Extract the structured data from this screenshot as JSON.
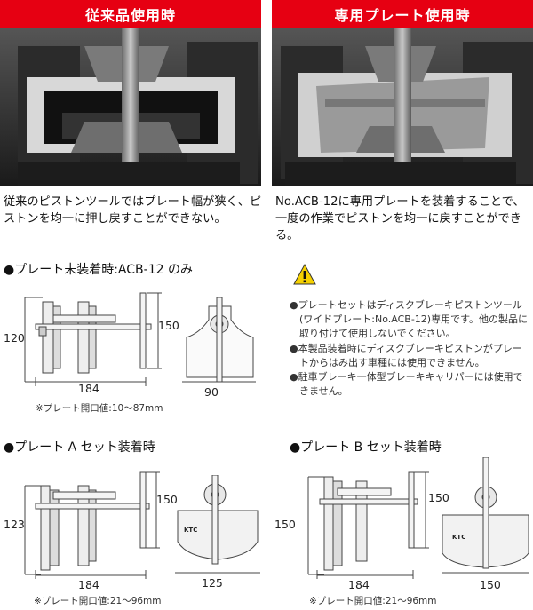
{
  "headers": {
    "left": "従来品使用時",
    "right": "専用プレート使用時"
  },
  "captions": {
    "left": "従来のピストンツールではプレート幅が狭く、ピストンを均一に押し戻すことができない。",
    "right": "No.ACB-12に専用プレートを装着することで、一度の作業でピストンを均一に戻すことができる。"
  },
  "section1": {
    "title": "●プレート未装着時:ACB-12 のみ",
    "dims": {
      "height": "120",
      "width": "184",
      "shaft": "150",
      "plate": "90"
    },
    "note": "※プレート開口値:10～87mm"
  },
  "section2": {
    "title": "●プレート A セット装着時",
    "dims": {
      "height": "123",
      "width": "184",
      "shaft": "150",
      "plate": "125"
    },
    "note": "※プレート開口値:21～96mm"
  },
  "section3": {
    "title": "●プレート B セット装着時",
    "dims": {
      "height": "150",
      "width": "184",
      "shaft": "150",
      "plate": "150"
    },
    "note": "※プレート開口値:21～96mm"
  },
  "plate_label": "KTC",
  "warnings": [
    "●プレートセットはディスクブレーキピストンツール(ワイドプレート:No.ACB-12)専用です。他の製品に取り付けて使用しないでください。",
    "●本製品装着時にディスクブレーキピストンがプレートからはみ出す車種には使用できません。",
    "●駐車ブレーキ一体型ブレーキキャリパーには使用できません。"
  ],
  "colors": {
    "accent": "#e60012",
    "warning": "#f5d000"
  }
}
